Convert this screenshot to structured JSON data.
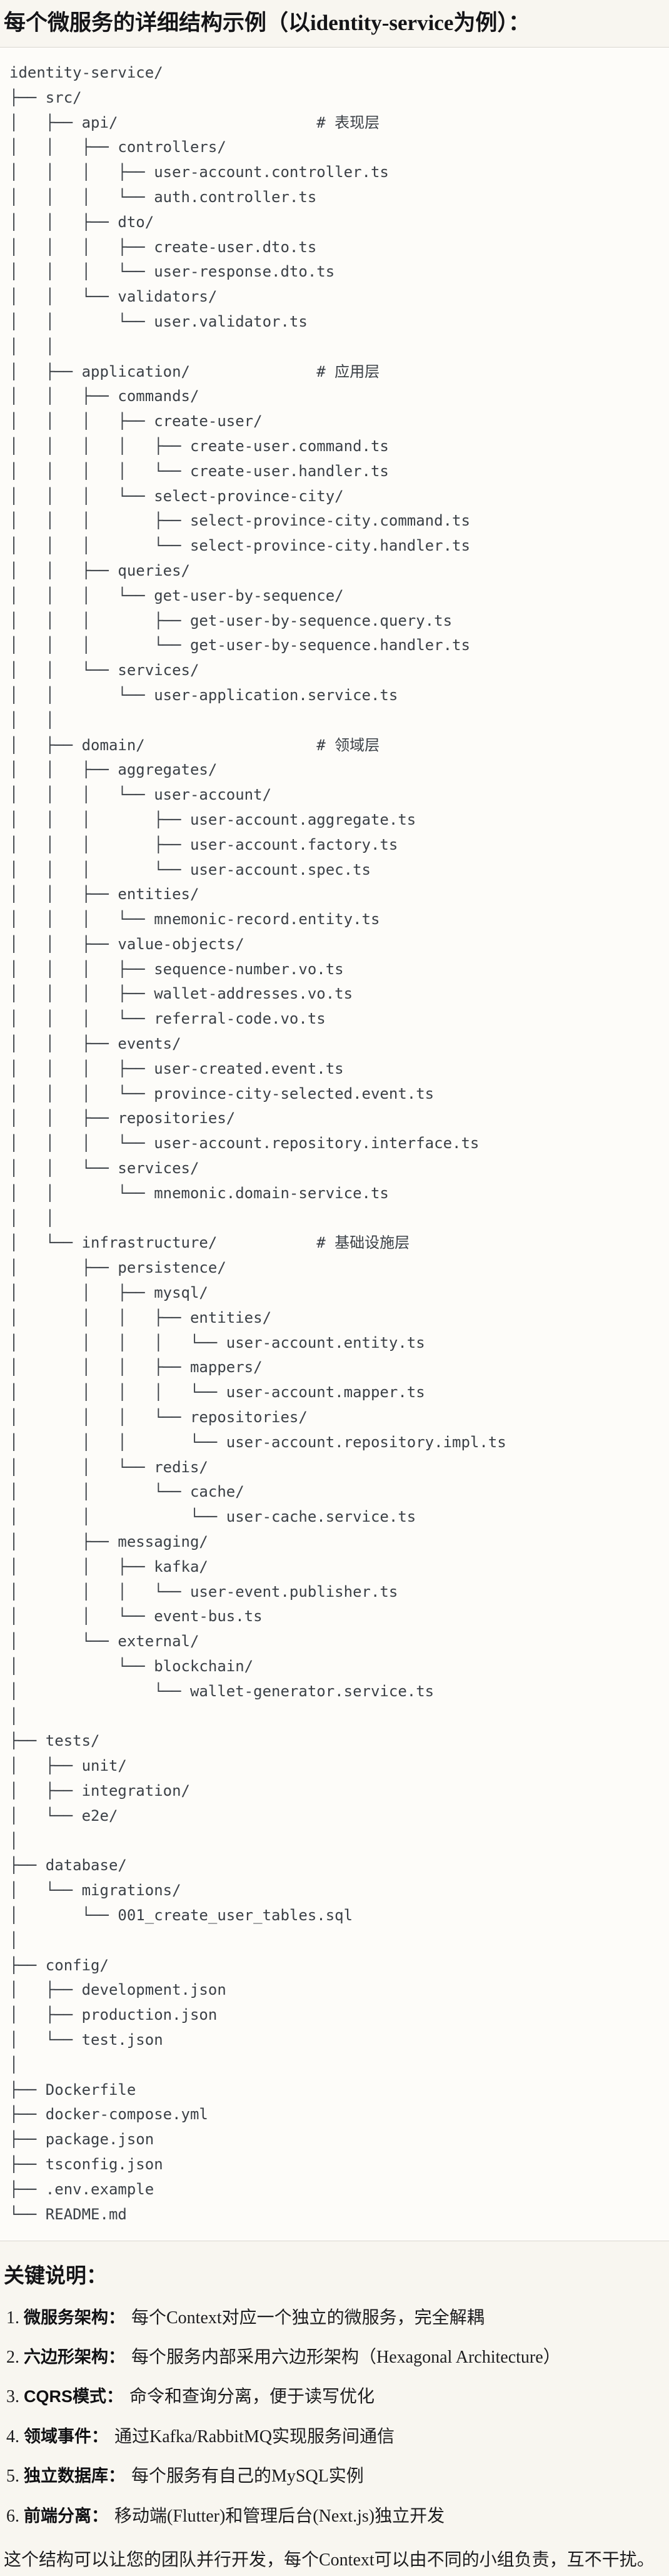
{
  "page": {
    "title": "每个微服务的详细结构示例（以identity-service为例）：",
    "notes_title": "关键说明：",
    "footer": "这个结构可以让您的团队并行开发，每个Context可以由不同的小组负责，互不干扰。"
  },
  "colors": {
    "page_bg": "#f8f6f0",
    "code_bg": "#fdfcf9",
    "divider": "#dad7d0",
    "tree_text": "#3b4046",
    "heading_text": "#141417"
  },
  "tree": {
    "lines": [
      "identity-service/",
      "├── src/",
      "│   ├── api/                      # 表现层",
      "│   │   ├── controllers/",
      "│   │   │   ├── user-account.controller.ts",
      "│   │   │   └── auth.controller.ts",
      "│   │   ├── dto/",
      "│   │   │   ├── create-user.dto.ts",
      "│   │   │   └── user-response.dto.ts",
      "│   │   └── validators/",
      "│   │       └── user.validator.ts",
      "│   │",
      "│   ├── application/              # 应用层",
      "│   │   ├── commands/",
      "│   │   │   ├── create-user/",
      "│   │   │   │   ├── create-user.command.ts",
      "│   │   │   │   └── create-user.handler.ts",
      "│   │   │   └── select-province-city/",
      "│   │   │       ├── select-province-city.command.ts",
      "│   │   │       └── select-province-city.handler.ts",
      "│   │   ├── queries/",
      "│   │   │   └── get-user-by-sequence/",
      "│   │   │       ├── get-user-by-sequence.query.ts",
      "│   │   │       └── get-user-by-sequence.handler.ts",
      "│   │   └── services/",
      "│   │       └── user-application.service.ts",
      "│   │",
      "│   ├── domain/                   # 领域层",
      "│   │   ├── aggregates/",
      "│   │   │   └── user-account/",
      "│   │   │       ├── user-account.aggregate.ts",
      "│   │   │       ├── user-account.factory.ts",
      "│   │   │       └── user-account.spec.ts",
      "│   │   ├── entities/",
      "│   │   │   └── mnemonic-record.entity.ts",
      "│   │   ├── value-objects/",
      "│   │   │   ├── sequence-number.vo.ts",
      "│   │   │   ├── wallet-addresses.vo.ts",
      "│   │   │   └── referral-code.vo.ts",
      "│   │   ├── events/",
      "│   │   │   ├── user-created.event.ts",
      "│   │   │   └── province-city-selected.event.ts",
      "│   │   ├── repositories/",
      "│   │   │   └── user-account.repository.interface.ts",
      "│   │   └── services/",
      "│   │       └── mnemonic.domain-service.ts",
      "│   │",
      "│   └── infrastructure/           # 基础设施层",
      "│       ├── persistence/",
      "│       │   ├── mysql/",
      "│       │   │   ├── entities/",
      "│       │   │   │   └── user-account.entity.ts",
      "│       │   │   ├── mappers/",
      "│       │   │   │   └── user-account.mapper.ts",
      "│       │   │   └── repositories/",
      "│       │   │       └── user-account.repository.impl.ts",
      "│       │   └── redis/",
      "│       │       └── cache/",
      "│       │           └── user-cache.service.ts",
      "│       ├── messaging/",
      "│       │   ├── kafka/",
      "│       │   │   └── user-event.publisher.ts",
      "│       │   └── event-bus.ts",
      "│       └── external/",
      "│           └── blockchain/",
      "│               └── wallet-generator.service.ts",
      "│",
      "├── tests/",
      "│   ├── unit/",
      "│   ├── integration/",
      "│   └── e2e/",
      "│",
      "├── database/",
      "│   └── migrations/",
      "│       └── 001_create_user_tables.sql",
      "│",
      "├── config/",
      "│   ├── development.json",
      "│   ├── production.json",
      "│   └── test.json",
      "│",
      "├── Dockerfile",
      "├── docker-compose.yml",
      "├── package.json",
      "├── tsconfig.json",
      "├── .env.example",
      "└── README.md"
    ]
  },
  "notes": {
    "items": [
      {
        "num": "1.",
        "label": "微服务架构：",
        "text": "每个Context对应一个独立的微服务，完全解耦"
      },
      {
        "num": "2.",
        "label": "六边形架构：",
        "text": "每个服务内部采用六边形架构（Hexagonal Architecture）"
      },
      {
        "num": "3.",
        "label": "CQRS模式：",
        "text": "命令和查询分离，便于读写优化"
      },
      {
        "num": "4.",
        "label": "领域事件：",
        "text": "通过Kafka/RabbitMQ实现服务间通信"
      },
      {
        "num": "5.",
        "label": "独立数据库：",
        "text": "每个服务有自己的MySQL实例"
      },
      {
        "num": "6.",
        "label": "前端分离：",
        "text": "移动端(Flutter)和管理后台(Next.js)独立开发"
      }
    ]
  }
}
